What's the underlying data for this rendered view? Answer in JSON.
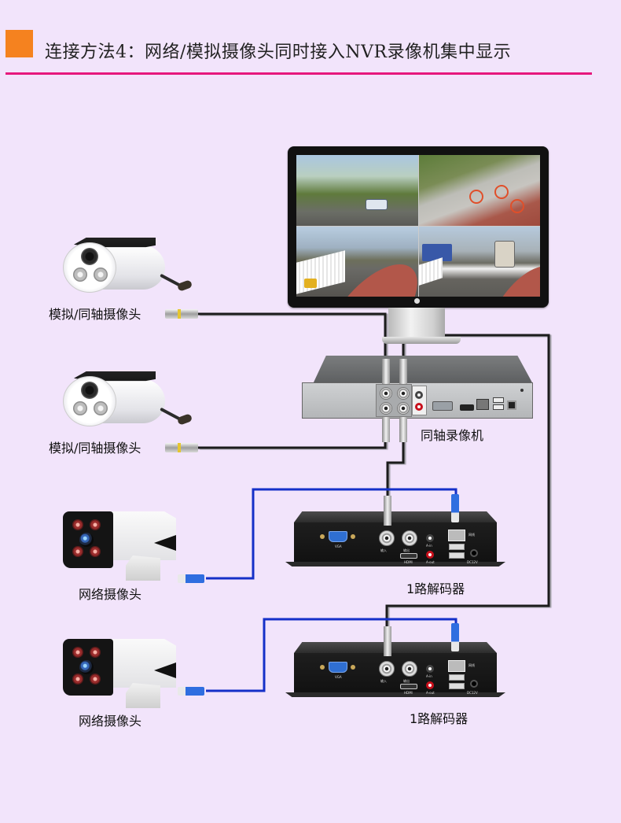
{
  "header": {
    "title": "连接方法4：网络/模拟摄像头同时接入NVR录像机集中显示",
    "accent_color": "#f5821f",
    "rule_color": "#e6187c"
  },
  "devices": {
    "analog_camera_1": {
      "label": "模拟/同轴摄像头"
    },
    "analog_camera_2": {
      "label": "模拟/同轴摄像头"
    },
    "network_camera_1": {
      "label": "网络摄像头"
    },
    "network_camera_2": {
      "label": "网络摄像头"
    },
    "nvr": {
      "label": "同轴录像机"
    },
    "decoder_1": {
      "label": "1路解码器",
      "port_labels": {
        "vga": "VGA",
        "input": "输入",
        "output": "输出",
        "audio_in": "A-in",
        "hdmi": "HDMI",
        "audio_out": "A-out",
        "lan": "网线",
        "power": "DC12V"
      }
    },
    "decoder_2": {
      "label": "1路解码器",
      "port_labels": {
        "vga": "VGA",
        "input": "输入",
        "output": "输出",
        "audio_in": "A-in",
        "hdmi": "HDMI",
        "audio_out": "A-out",
        "lan": "网线",
        "power": "DC12V"
      }
    },
    "monitor": {
      "screen_views": [
        "street-view",
        "bike-lane-view",
        "road-view",
        "tram-view"
      ]
    }
  },
  "cables": {
    "coax_color": "#1a1a1a",
    "network_color": "#1530c8"
  },
  "icons": [
    "analog-bullet-camera-icon",
    "network-bullet-camera-icon",
    "monitor-icon",
    "nvr-recorder-icon",
    "decoder-box-icon",
    "bnc-connector-icon",
    "rj45-connector-icon"
  ]
}
